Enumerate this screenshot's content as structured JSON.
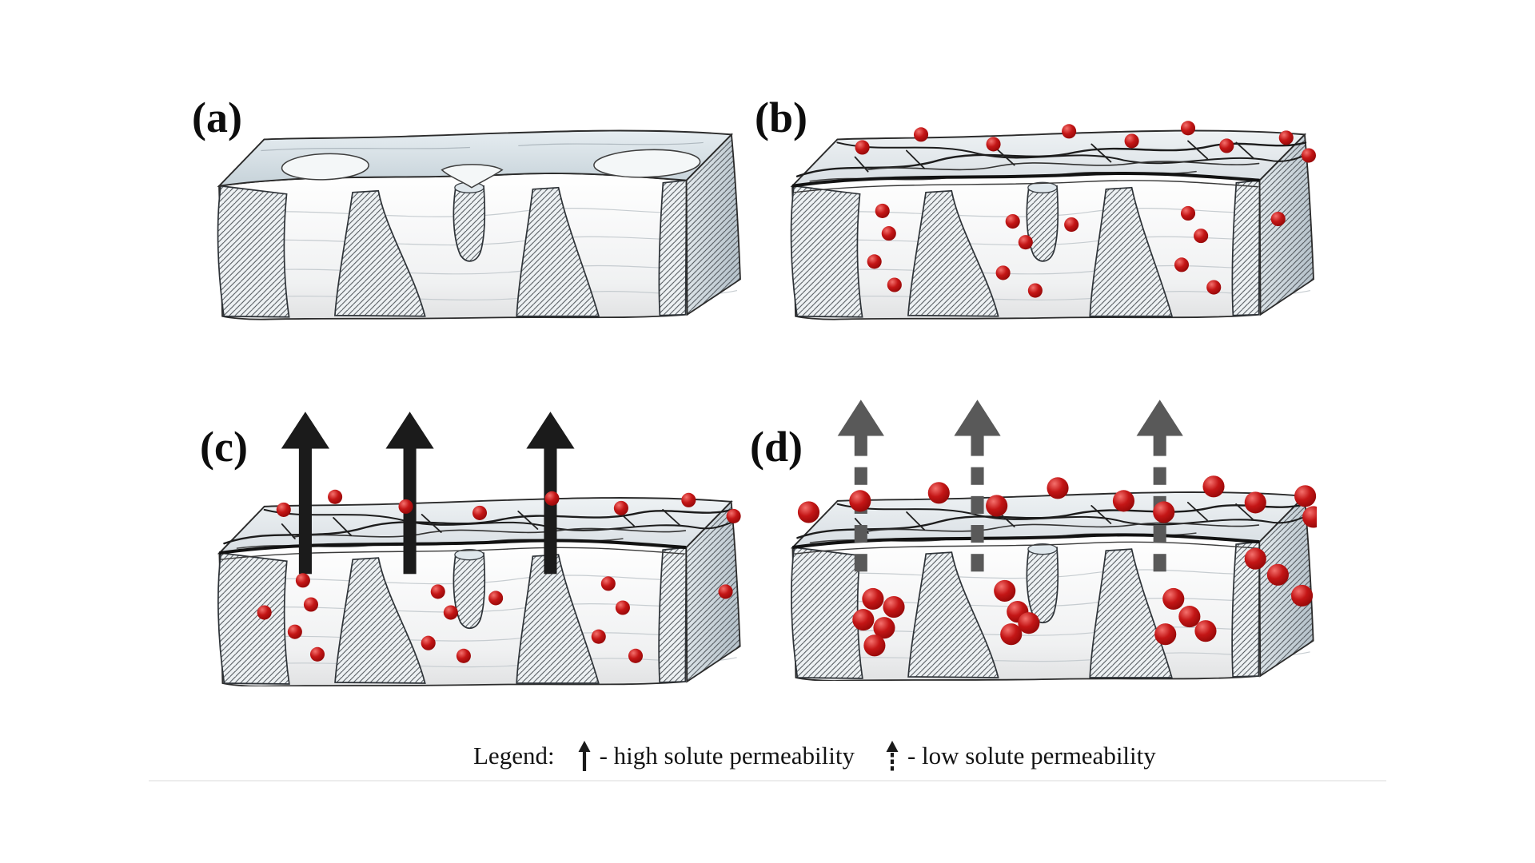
{
  "figure": {
    "panels": [
      {
        "id": "a",
        "label": "(a)",
        "arrows": "none",
        "solute_dots": "none",
        "surface": "pristine-open-pores"
      },
      {
        "id": "b",
        "label": "(b)",
        "arrows": "none",
        "solute_dots": "small",
        "surface": "fouled-cracked"
      },
      {
        "id": "c",
        "label": "(c)",
        "arrows": "solid",
        "solute_dots": "small",
        "surface": "fouled-cracked"
      },
      {
        "id": "d",
        "label": "(d)",
        "arrows": "dashed",
        "solute_dots": "large",
        "surface": "fouled-cracked"
      }
    ],
    "legend": {
      "prefix": "Legend:",
      "items": [
        {
          "icon": "solid-up-arrow",
          "label": "- high solute permeability"
        },
        {
          "icon": "dashed-up-arrow",
          "label": "- low solute permeability"
        }
      ]
    },
    "colors": {
      "solute_red": "#c41616",
      "arrow_solid": "#1b1b1b",
      "arrow_dashed": "#595959",
      "outline": "#2b2b2b"
    }
  }
}
